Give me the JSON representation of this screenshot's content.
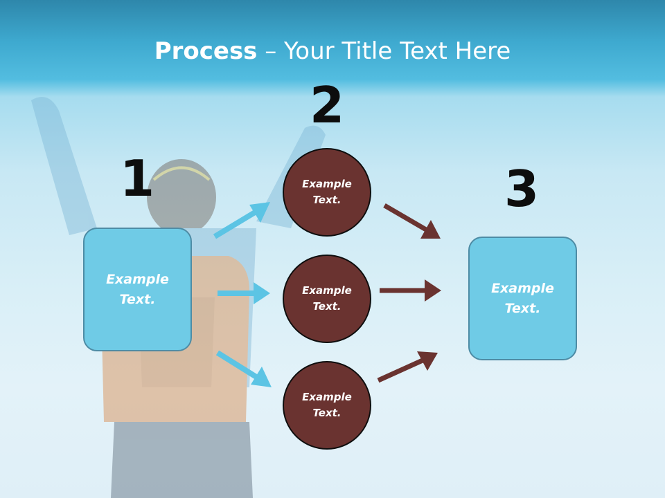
{
  "title": {
    "bold": "Process",
    "rest": " – Your Title Text Here"
  },
  "steps": {
    "one": "1",
    "two": "2",
    "three": "3"
  },
  "left_box": {
    "text": "Example Text."
  },
  "circles": [
    {
      "text": "Example Text."
    },
    {
      "text": "Example Text."
    },
    {
      "text": "Example Text."
    }
  ],
  "right_box": {
    "text": "Example Text."
  },
  "colors": {
    "title_band": "#3ea9cf",
    "box_fill": "#6fcbe6",
    "box_border": "#4e8ca5",
    "circle_fill": "#6a3330",
    "arrow_blue": "#5cc4e4",
    "arrow_brown": "#6a3330"
  }
}
